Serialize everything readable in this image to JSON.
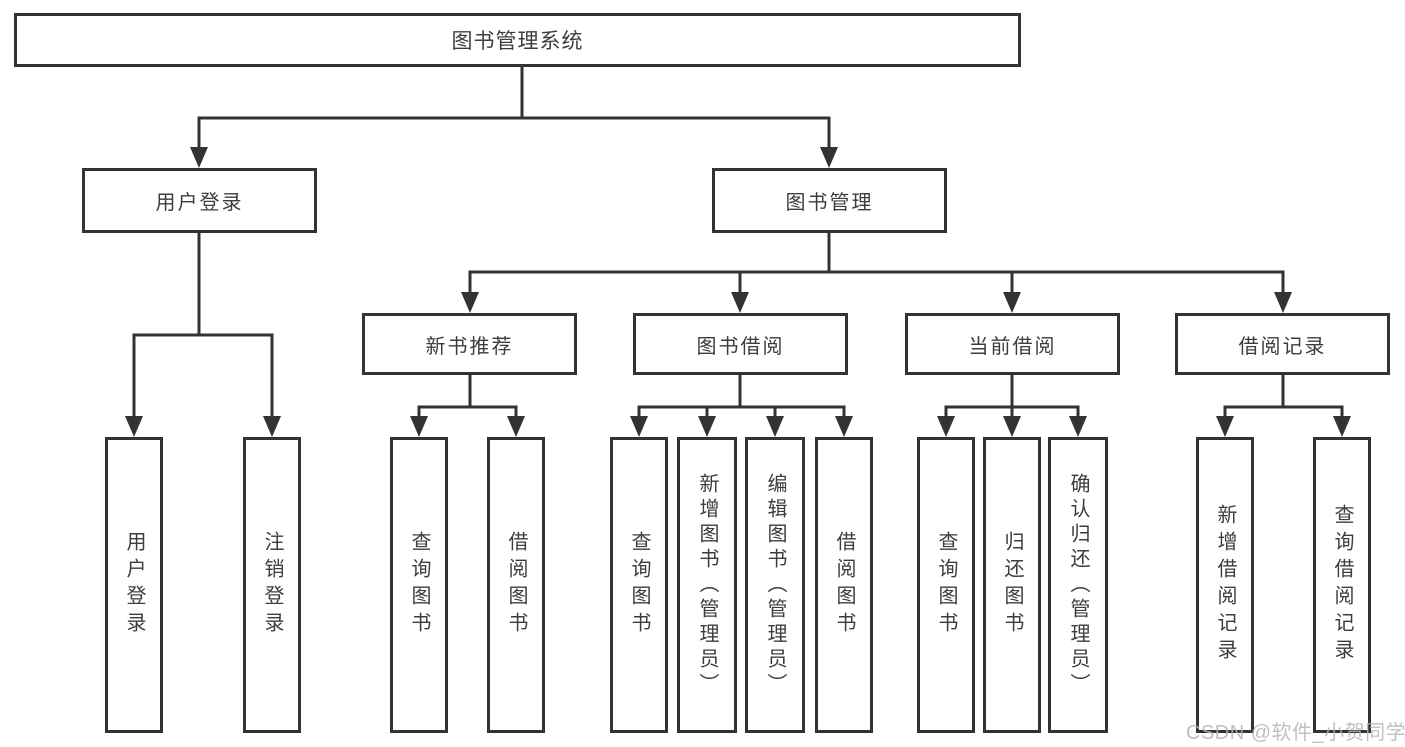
{
  "watermark": "CSDN @软件_小贺同学",
  "colors": {
    "line": "#333333",
    "text": "#3d3d3d",
    "watermark": "#b5b5b5",
    "background": "#ffffff"
  },
  "nodes": {
    "root": "图书管理系统",
    "user_login": "用户登录",
    "book_mgmt": "图书管理",
    "new_book_rec": "新书推荐",
    "book_borrow": "图书借阅",
    "current_borrow": "当前借阅",
    "borrow_record": "借阅记录",
    "ul_user_login": "用户登录",
    "ul_logout": "注销登录",
    "nb_query": "查询图书",
    "nb_borrow": "借阅图书",
    "bb_query": "查询图书",
    "bb_add": "新增图书（管理员）",
    "bb_edit": "编辑图书（管理员）",
    "bb_borrow": "借阅图书",
    "cb_query": "查询图书",
    "cb_return": "归还图书",
    "cb_confirm": "确认归还（管理员）",
    "br_add": "新增借阅记录",
    "br_query": "查询借阅记录"
  },
  "structure": {
    "图书管理系统": {
      "用户登录": [
        "用户登录",
        "注销登录"
      ],
      "图书管理": {
        "新书推荐": [
          "查询图书",
          "借阅图书"
        ],
        "图书借阅": [
          "查询图书",
          "新增图书（管理员）",
          "编辑图书（管理员）",
          "借阅图书"
        ],
        "当前借阅": [
          "查询图书",
          "归还图书",
          "确认归还（管理员）"
        ],
        "借阅记录": [
          "新增借阅记录",
          "查询借阅记录"
        ]
      }
    }
  }
}
